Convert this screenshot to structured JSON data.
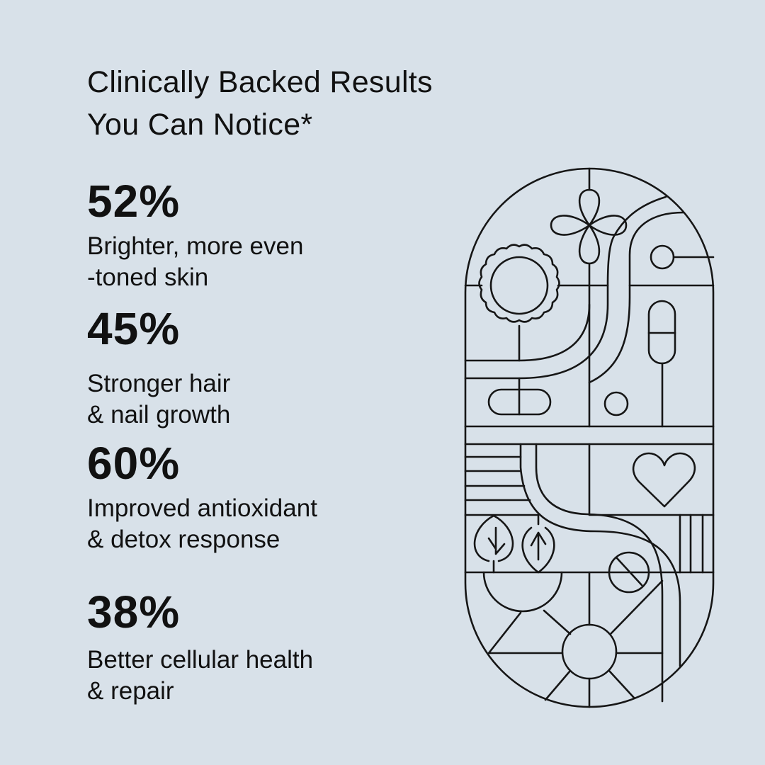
{
  "headline": {
    "line1": "Clinically Backed Results",
    "line2": "You Can Notice*"
  },
  "stats": [
    {
      "value": "52%",
      "line1": "Brighter, more even",
      "line2": "-toned skin"
    },
    {
      "value": "45%",
      "line1": "Stronger hair",
      "line2": "& nail growth"
    },
    {
      "value": "60%",
      "line1": "Improved antioxidant",
      "line2": "& detox response"
    },
    {
      "value": "38%",
      "line1": "Better cellular health",
      "line2": "& repair"
    }
  ],
  "colors": {
    "background": "#d8e1e9",
    "text": "#111111",
    "line": "#161616"
  }
}
